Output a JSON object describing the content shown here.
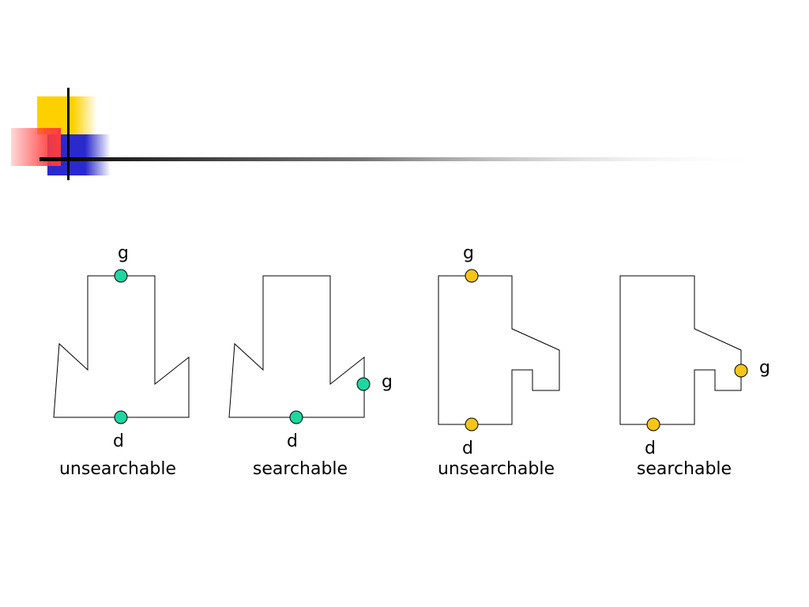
{
  "colors": {
    "deco_yellow": "#FFD000",
    "deco_red": "#FF3B3B",
    "deco_blue": "#2A2ACC",
    "point_green": "#1FD6A0",
    "point_yellow": "#F5C518",
    "outline": "#000000"
  },
  "diagrams": [
    {
      "start_label": "g",
      "goal_label": "d",
      "caption": "unsearchable"
    },
    {
      "start_label": "g",
      "goal_label": "d",
      "caption": "searchable"
    },
    {
      "start_label": "g",
      "goal_label": "d",
      "caption": "unsearchable"
    },
    {
      "start_label": "g",
      "goal_label": "d",
      "caption": "searchable"
    }
  ]
}
